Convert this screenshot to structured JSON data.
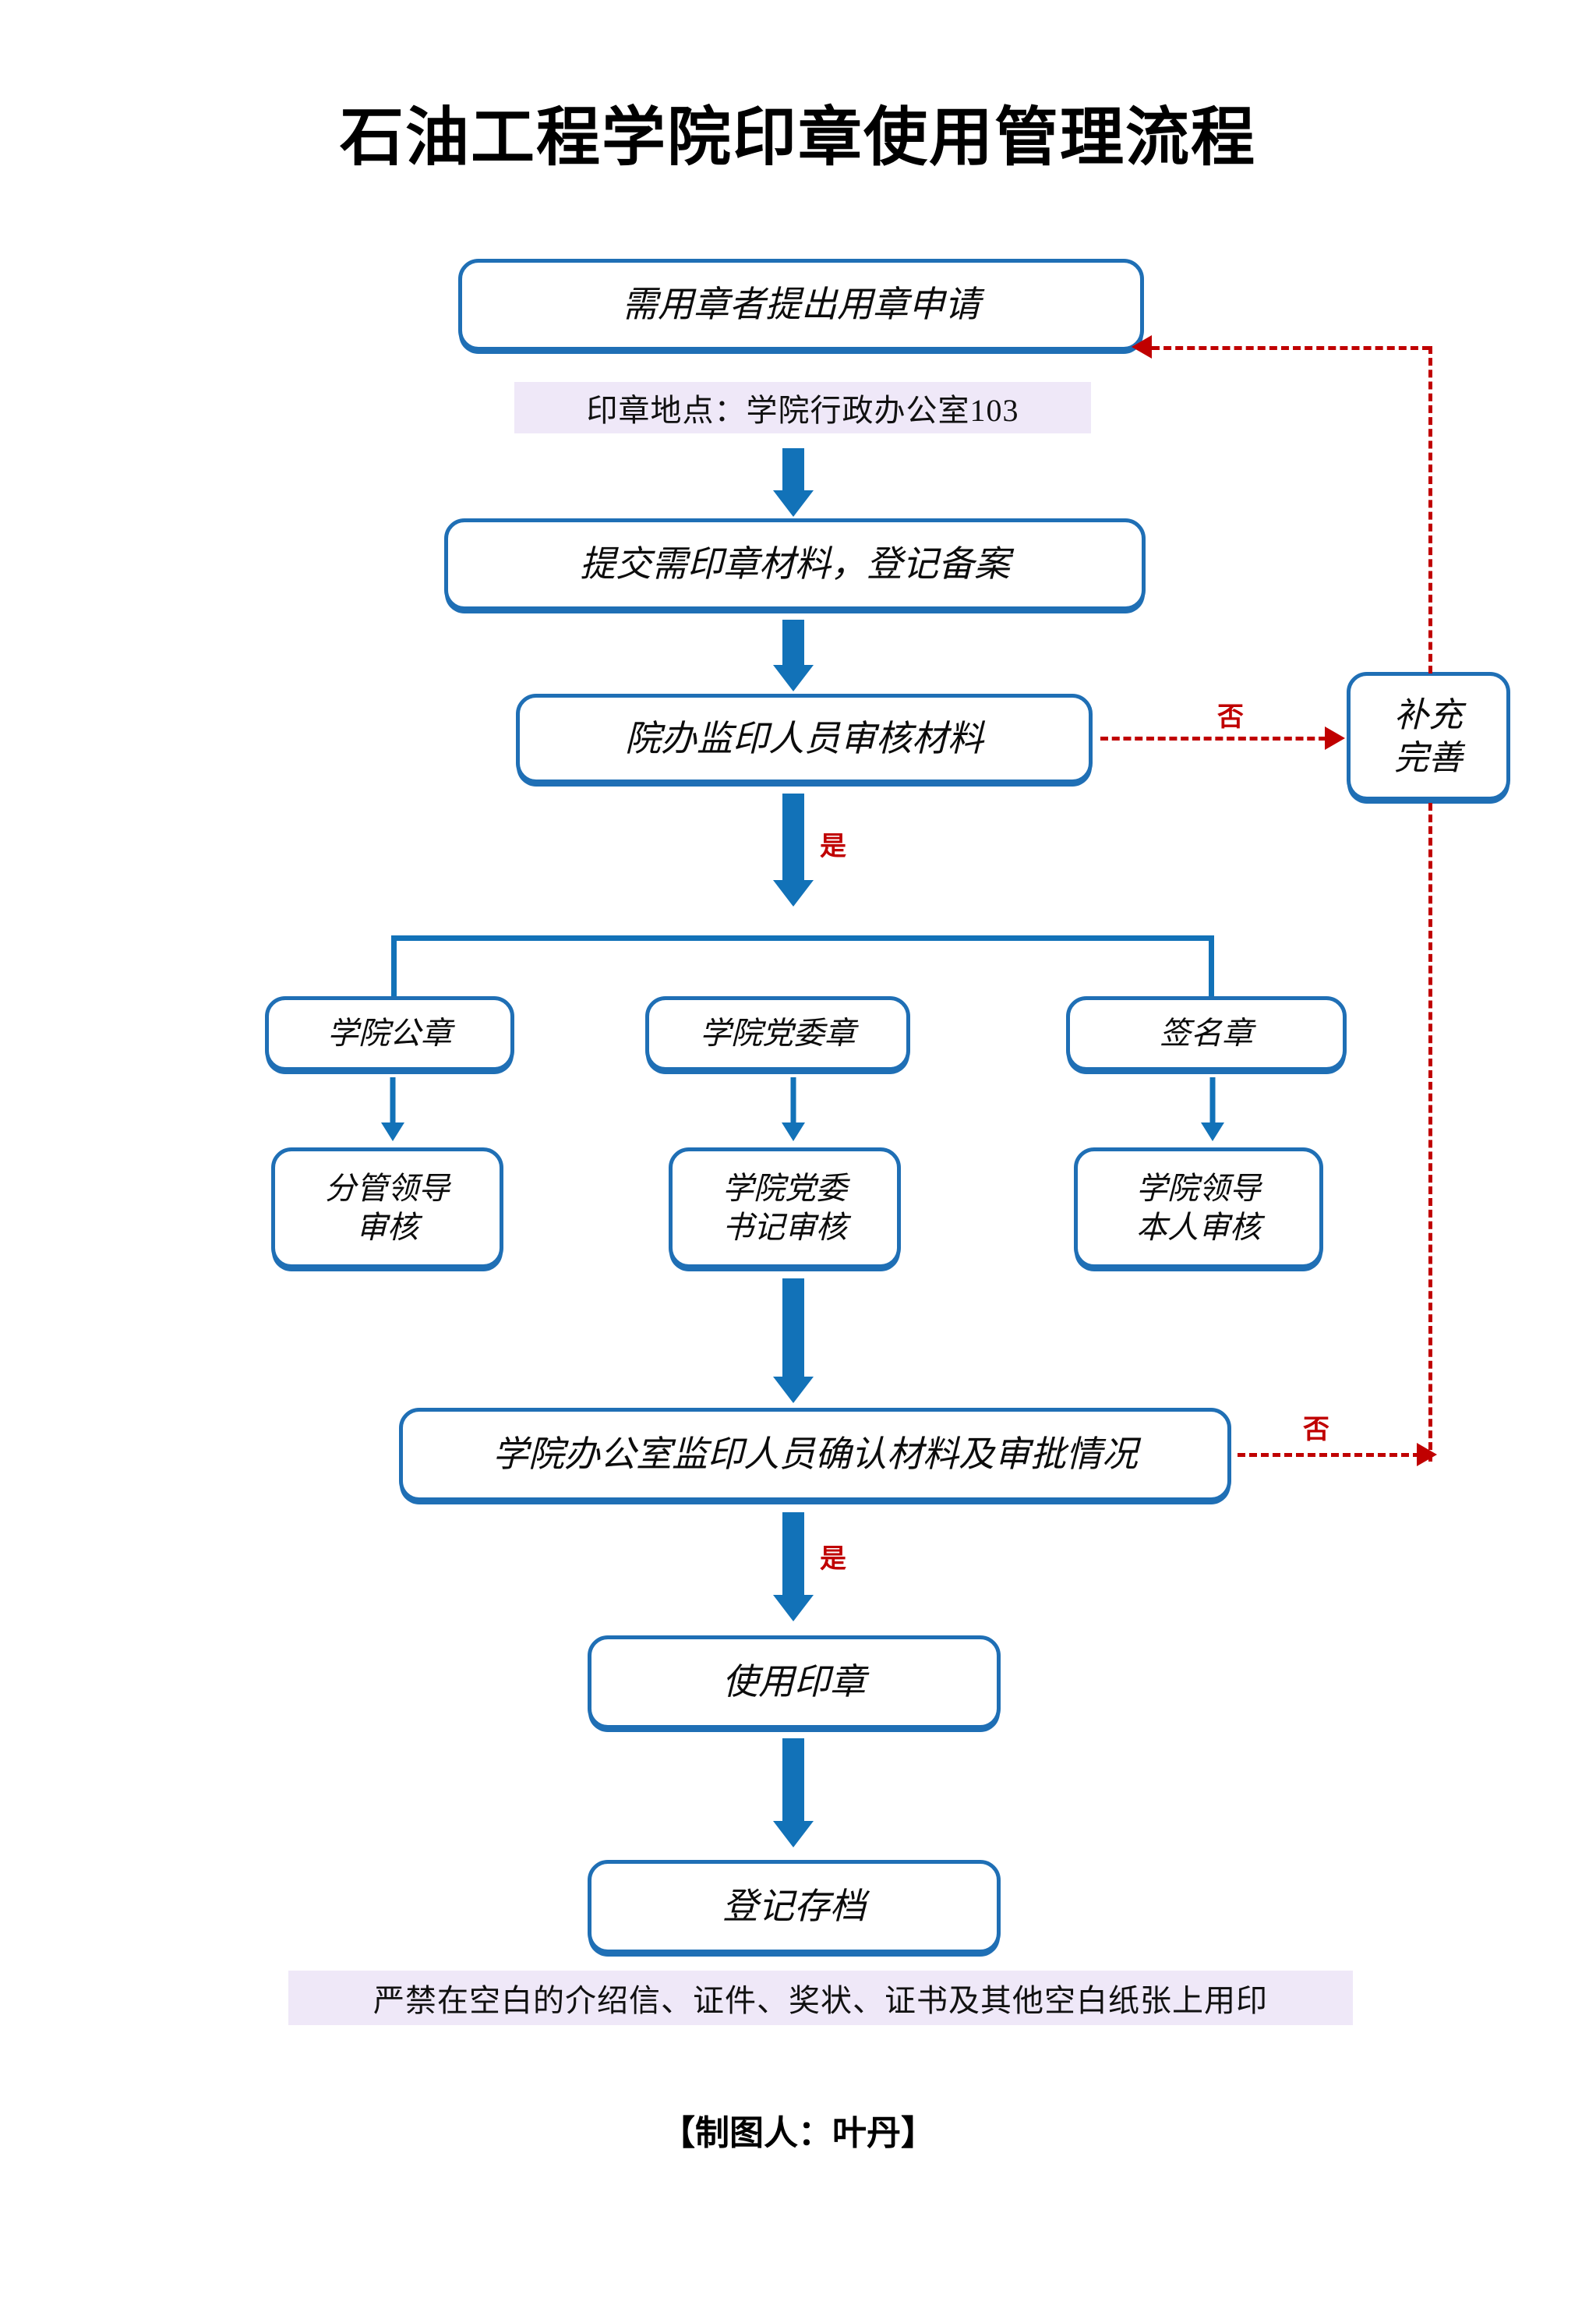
{
  "page": {
    "title": "石油工程学院印章使用管理流程",
    "footer": "【制图人：叶丹】"
  },
  "colors": {
    "box_border": "#1f6fb5",
    "arrow_blue": "#1272b8",
    "decision_red": "#c00000",
    "banner_lavender": "#efe8f8",
    "text": "#0c0c0c"
  },
  "banners": [
    {
      "id": "seal-location",
      "text": "印章地点：学院行政办公室103"
    },
    {
      "id": "prohibition",
      "text": "严禁在空白的介绍信、证件、奖状、证书及其他空白纸张上用印"
    }
  ],
  "nodes": [
    {
      "id": "apply",
      "text": "需用章者提出用章申请"
    },
    {
      "id": "submit",
      "text": "提交需印章材料，登记备案"
    },
    {
      "id": "review",
      "text": "院办监印人员审核材料"
    },
    {
      "id": "supplement",
      "text": "补充\n完善"
    },
    {
      "id": "seal-public",
      "text": "学院公章"
    },
    {
      "id": "seal-party",
      "text": "学院党委章"
    },
    {
      "id": "seal-sign",
      "text": "签名章"
    },
    {
      "id": "approve-vice",
      "text": "分管领导\n审核"
    },
    {
      "id": "approve-party",
      "text": "学院党委\n书记审核"
    },
    {
      "id": "approve-self",
      "text": "学院领导\n本人审核"
    },
    {
      "id": "confirm",
      "text": "学院办公室监印人员确认材料及审批情况"
    },
    {
      "id": "use-seal",
      "text": "使用印章"
    },
    {
      "id": "archive",
      "text": "登记存档"
    }
  ],
  "edge_labels": {
    "yes_1": "是",
    "no_1": "否",
    "yes_2": "是",
    "no_2": "否"
  }
}
